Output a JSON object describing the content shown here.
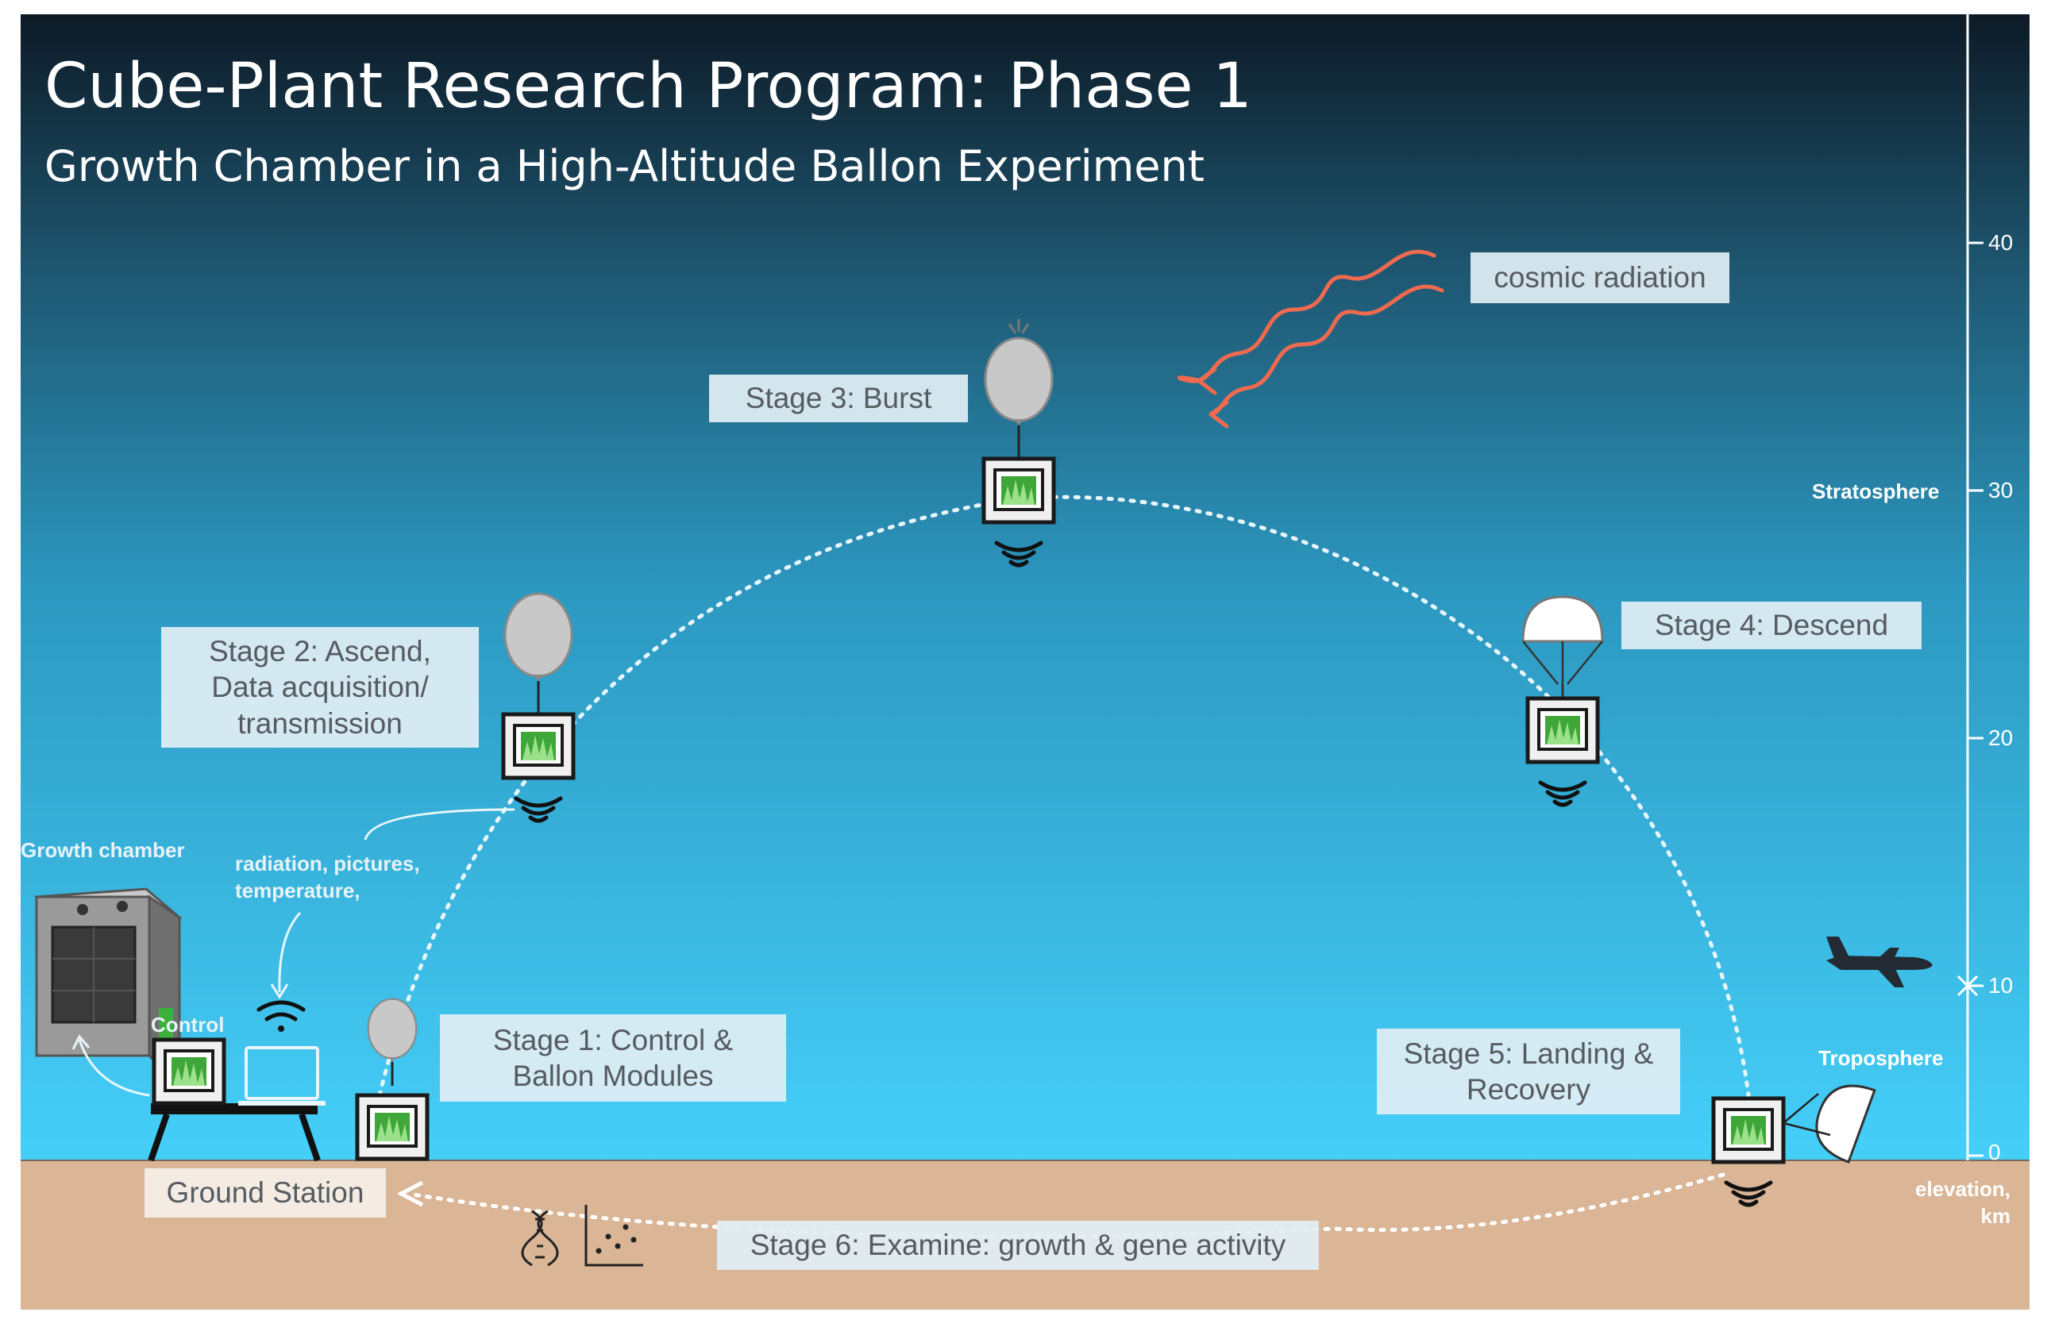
{
  "header": {
    "title": "Cube-Plant Research Program: Phase 1",
    "subtitle": "Growth Chamber in a High-Altitude Ballon Experiment"
  },
  "stages": {
    "stage1": [
      "Stage 1: Control &",
      "Ballon Modules"
    ],
    "stage2": [
      "Stage 2: Ascend,",
      "Data acquisition/",
      "transmission"
    ],
    "stage3": "Stage 3: Burst",
    "stage4": "Stage 4: Descend",
    "stage5": [
      "Stage 5: Landing &",
      "Recovery"
    ],
    "stage6": "Stage 6: Examine: growth & gene activity"
  },
  "labels": {
    "cosmic_radiation": "cosmic radiation",
    "ground_station": "Ground Station",
    "growth_chamber": "Growth chamber",
    "control": "Control",
    "data_sent": [
      "radiation, pictures,",
      "temperature,"
    ]
  },
  "altitude_scale": {
    "ticks": [
      "40",
      "30",
      "20",
      "10",
      "0"
    ],
    "stratosphere": "Stratosphere",
    "troposphere": "Troposphere",
    "unit": [
      "elevation,",
      "km"
    ]
  },
  "icons": [
    "balloon-icon",
    "parachute-icon",
    "cube-module-icon",
    "signal-icon",
    "wifi-icon",
    "laptop-icon",
    "airplane-icon",
    "dna-icon",
    "scatter-plot-icon",
    "growth-chamber-icon",
    "radiation-wave-icon"
  ],
  "colors": {
    "sky_top": "#0f2030",
    "sky_mid": "#2f8fb8",
    "sky_bottom": "#45d0fa",
    "ground": "#dab596",
    "radiation": "#f06a4e",
    "label_bg": "#e1eef4"
  }
}
